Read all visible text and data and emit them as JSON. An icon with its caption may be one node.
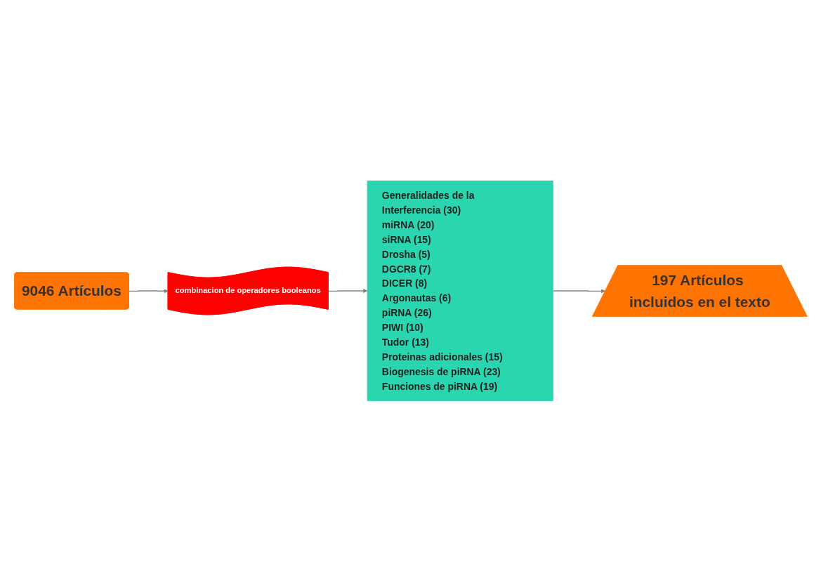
{
  "diagram": {
    "nodes": [
      {
        "text": [
          "9046 Artículos"
        ]
      },
      {
        "text": [
          "combinacion de operadores booleanos"
        ]
      },
      {
        "text": [
          "Generalidades de la Interferencia (30)",
          "miRNA (20)",
          "siRNA (15)",
          "Drosha (5)",
          "DGCR8 (7)",
          "DICER (8)",
          "Argonautas (6)",
          "piRNA (26)",
          "PIWI (10)",
          "Tudor (13)",
          "Proteinas adicionales (15)",
          "Biogenesis de piRNA (23)",
          "Funciones de piRNA (19)"
        ]
      },
      {
        "text": [
          "197 Artículos incluidos en el texto"
        ]
      }
    ],
    "edges": [
      {
        "from": 0,
        "to": 1,
        "arrow": "to"
      },
      {
        "from": 1,
        "to": 2,
        "arrow": "to"
      },
      {
        "from": 2,
        "to": 3,
        "arrow": "to"
      }
    ]
  }
}
